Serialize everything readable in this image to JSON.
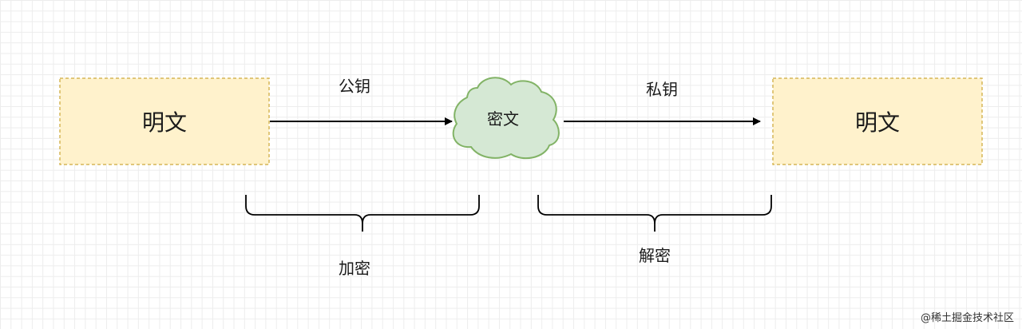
{
  "colors": {
    "box_fill": "#fff2cc",
    "box_border": "#d6b656",
    "cloud_fill": "#d5e8d4",
    "cloud_border": "#82b366",
    "arrow": "#000000"
  },
  "nodes": {
    "plaintext_left": "明文",
    "ciphertext": "密文",
    "plaintext_right": "明文"
  },
  "edges": {
    "encrypt_key": "公钥",
    "decrypt_key": "私钥"
  },
  "braces": {
    "encrypt": "加密",
    "decrypt": "解密"
  },
  "watermark": "@稀土掘金技术社区"
}
